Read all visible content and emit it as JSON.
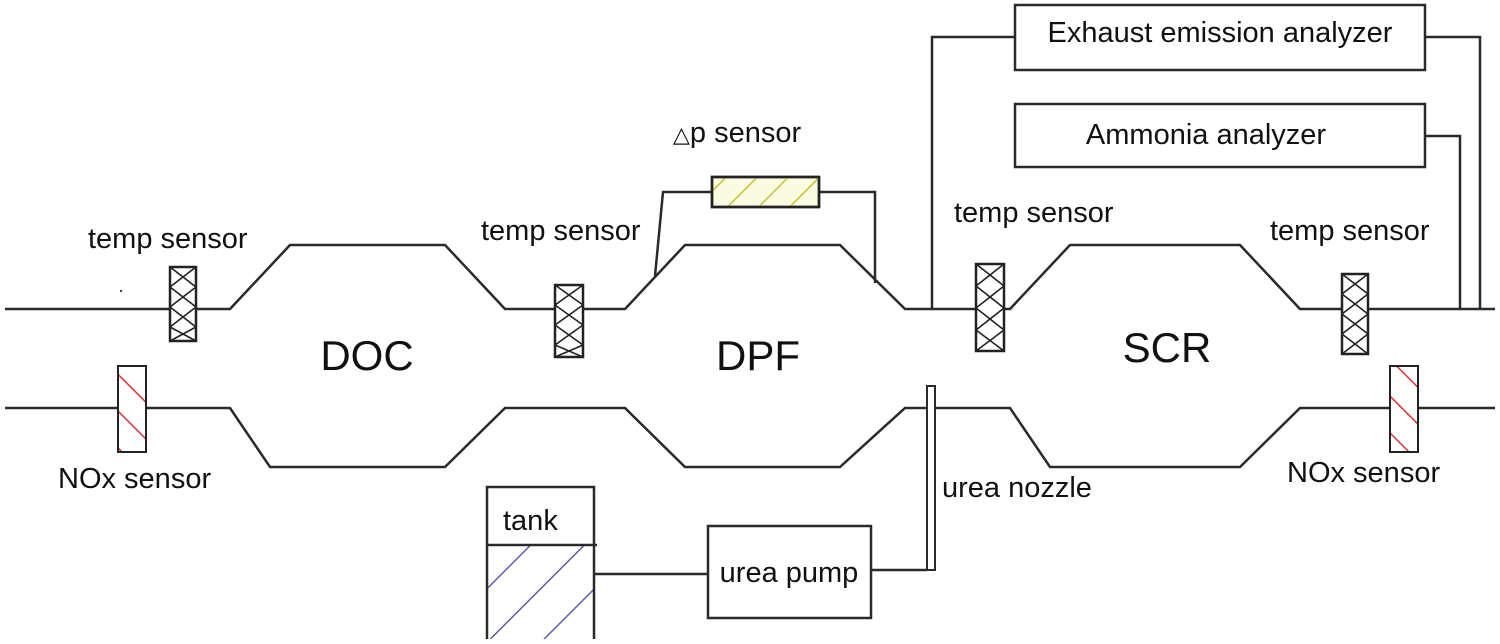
{
  "components": {
    "doc": "DOC",
    "dpf": "DPF",
    "scr": "SCR"
  },
  "sensors": {
    "temp_1": "temp sensor",
    "temp_2": "temp sensor",
    "temp_3": "temp sensor",
    "temp_4": "temp sensor",
    "dp_symbol": "△",
    "dp": "p sensor",
    "nox_in": "NOx sensor",
    "nox_out": "NOx sensor"
  },
  "analyzers": {
    "exhaust": "Exhaust emission analyzer",
    "ammonia": "Ammonia analyzer"
  },
  "urea_system": {
    "tank": "tank",
    "pump": "urea pump",
    "nozzle": "urea nozzle"
  },
  "colors": {
    "line": "#2a2a2a",
    "nox_hatch": "#e03030",
    "dp_fill": "#fbfbe2",
    "dp_hatch": "#c8c23a",
    "tank_hatch": "#3f3fa6"
  },
  "icons": {
    "temp_sensor": "cross-hatch-rectangle",
    "nox_sensor": "diagonal-red-hatch-rectangle",
    "dp_sensor": "diagonal-yellow-hatch-rectangle",
    "tank_liquid": "diagonal-blue-hatch"
  }
}
